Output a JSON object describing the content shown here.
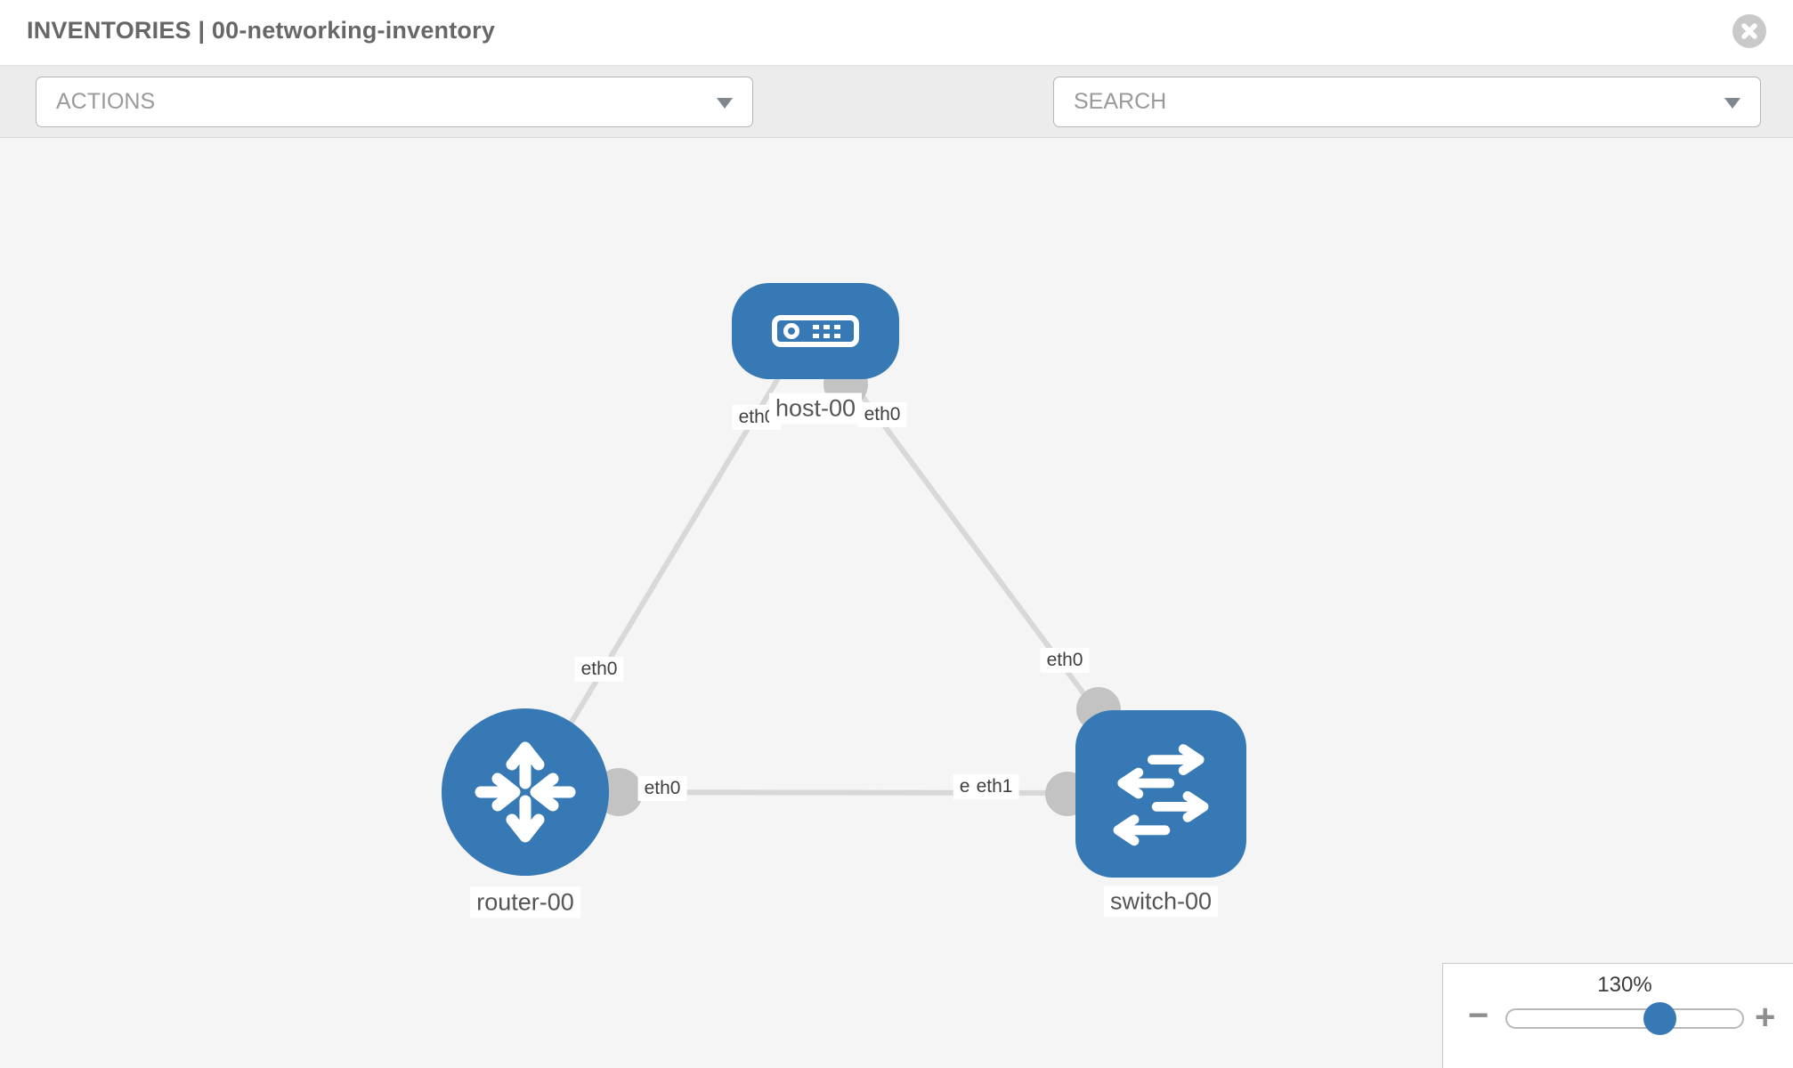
{
  "header": {
    "title": "INVENTORIES | 00-networking-inventory"
  },
  "toolbar": {
    "actions_placeholder": "ACTIONS",
    "search_placeholder": "SEARCH",
    "icons": [
      "wrench-icon",
      "key-icon"
    ]
  },
  "graph": {
    "nodes": {
      "host": {
        "label": "host-00",
        "type": "host"
      },
      "router": {
        "label": "router-00",
        "type": "router"
      },
      "switch": {
        "label": "switch-00",
        "type": "switch"
      }
    },
    "interfaces": {
      "host_left": "eth0",
      "host_right": "eth0",
      "router_host_edge": "eth0",
      "host_switch_edge": "eth0",
      "router_right": "eth0",
      "switch_left_clipped": "et",
      "switch_left_front": "eth1"
    },
    "edges": [
      {
        "from": "router-00",
        "to": "host-00"
      },
      {
        "from": "host-00",
        "to": "switch-00"
      },
      {
        "from": "router-00",
        "to": "switch-00"
      }
    ]
  },
  "zoom_control": {
    "level": "130%",
    "minus_label": "−",
    "plus_label": "+"
  },
  "colors": {
    "node_blue": "#3779b5",
    "edge_gray": "#d8d8d8",
    "connector_gray": "#c3c3c3",
    "toolbar_bg": "#ececec",
    "canvas_bg": "#f5f5f5"
  }
}
